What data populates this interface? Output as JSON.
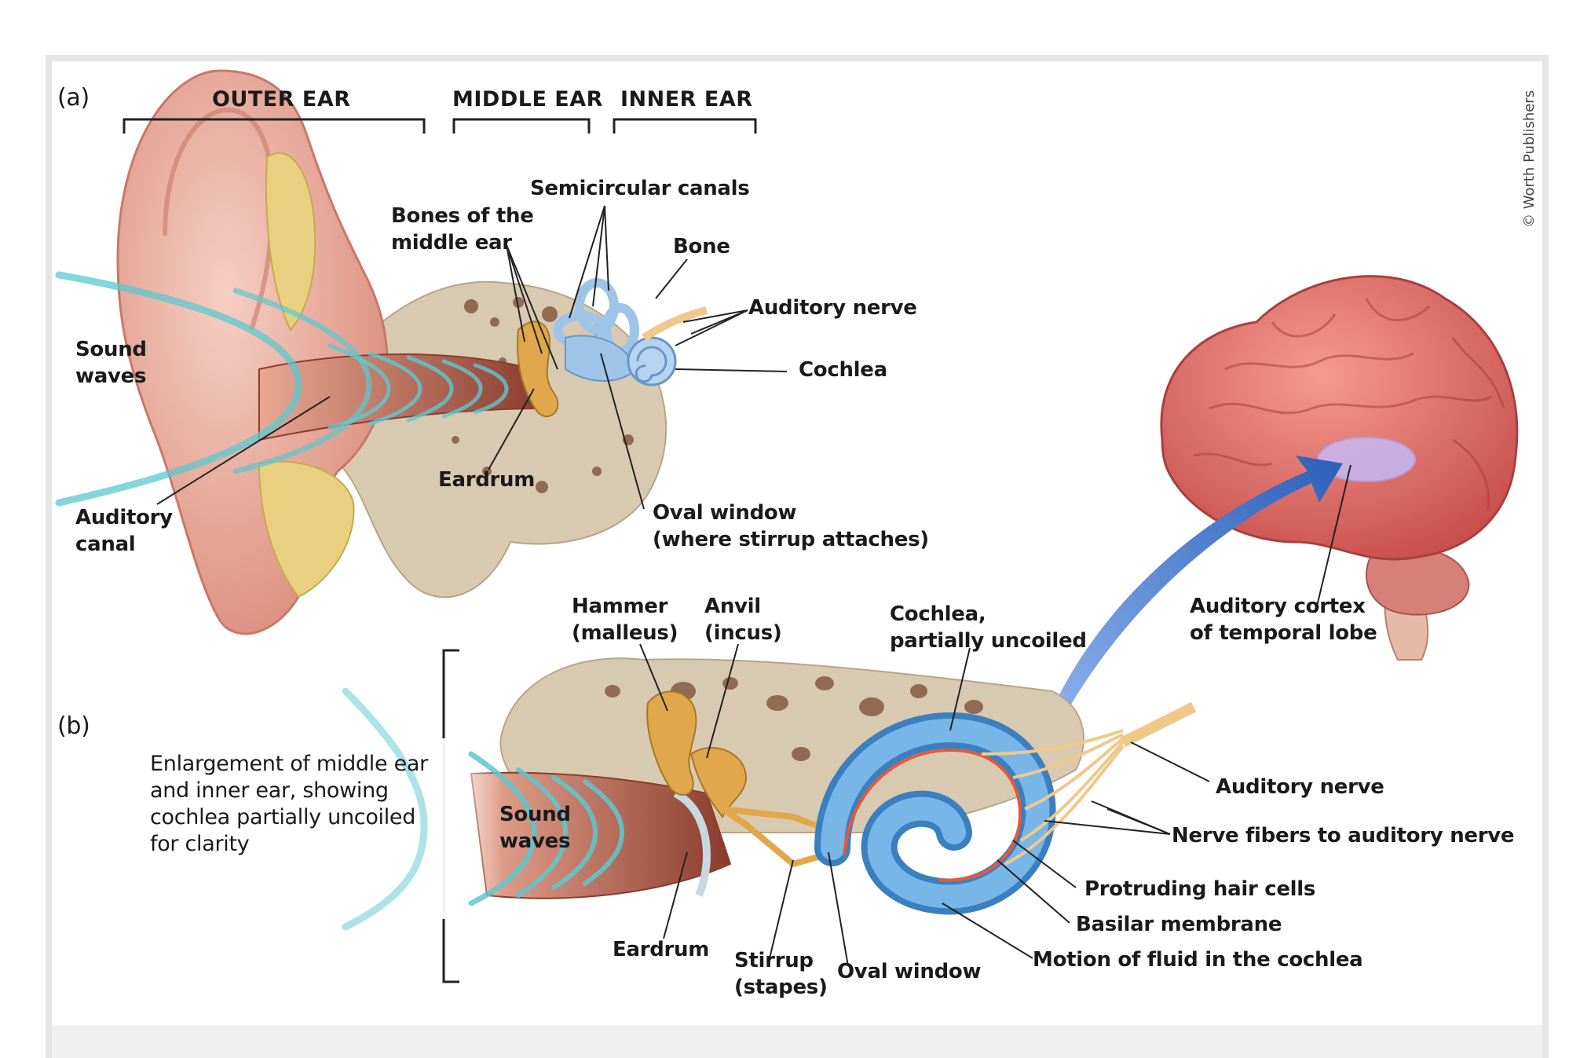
{
  "credit": "© Worth Publishers",
  "panel_a": {
    "tag": "(a)",
    "headers": {
      "outer_ear": "OUTER EAR",
      "middle_ear": "MIDDLE EAR",
      "inner_ear": "INNER EAR"
    },
    "labels": {
      "sound_waves": "Sound\nwaves",
      "auditory_canal": "Auditory\ncanal",
      "bones_middle_ear": "Bones of the\nmiddle ear",
      "semicircular_canals": "Semicircular canals",
      "bone": "Bone",
      "auditory_nerve": "Auditory nerve",
      "cochlea": "Cochlea",
      "eardrum": "Eardrum",
      "oval_window": "Oval window\n(where stirrup attaches)"
    }
  },
  "panel_b": {
    "tag": "(b)",
    "description": "Enlargement of middle ear\nand inner ear, showing\ncochlea partially uncoiled\nfor clarity",
    "labels": {
      "hammer": "Hammer\n(malleus)",
      "anvil": "Anvil\n(incus)",
      "cochlea_uncoiled": "Cochlea,\npartially uncoiled",
      "sound_waves": "Sound\nwaves",
      "auditory_nerve": "Auditory nerve",
      "nerve_fibers": "Nerve fibers to auditory nerve",
      "hair_cells": "Protruding hair cells",
      "basilar_membrane": "Basilar membrane",
      "fluid_motion": "Motion of fluid in the cochlea",
      "eardrum": "Eardrum",
      "stirrup": "Stirrup\n(stapes)",
      "oval_window": "Oval window"
    }
  },
  "brain": {
    "auditory_cortex": "Auditory cortex\nof temporal lobe"
  },
  "colors": {
    "skin": "#e9a99a",
    "skin_dark": "#c97868",
    "bone": "#d8cab0",
    "bone_hole": "#7a4a36",
    "fat": "#e8d080",
    "wave": "#5cc8d0",
    "ossicle": "#e0a84a",
    "labyrinth": "#9ec4e8",
    "cochlea_blue": "#3a7fc0",
    "brain": "#e46d6a",
    "arrow": "#3b6fc4",
    "nerve": "#f0c98a"
  }
}
